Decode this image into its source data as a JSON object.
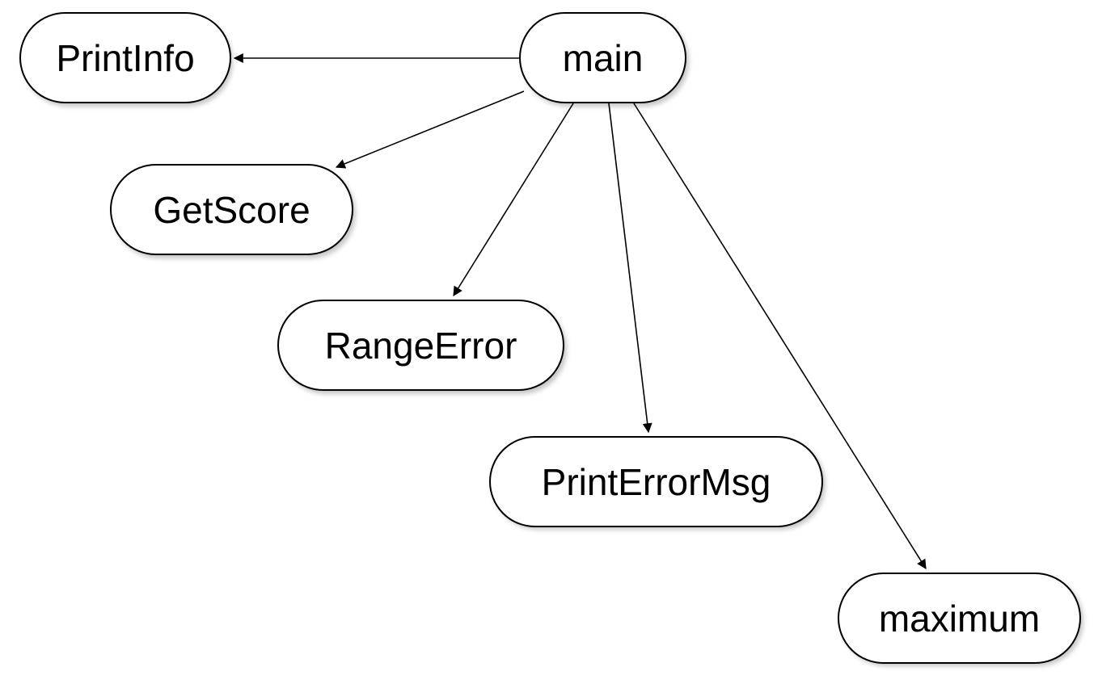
{
  "diagram": {
    "nodes": {
      "main": "main",
      "printinfo": "PrintInfo",
      "getscore": "GetScore",
      "rangeerror": "RangeError",
      "printerrormsg": "PrintErrorMsg",
      "maximum": "maximum"
    },
    "edges": [
      {
        "from": "main",
        "to": "PrintInfo"
      },
      {
        "from": "main",
        "to": "GetScore"
      },
      {
        "from": "main",
        "to": "RangeError"
      },
      {
        "from": "main",
        "to": "PrintErrorMsg"
      },
      {
        "from": "main",
        "to": "maximum"
      }
    ],
    "colors": {
      "stroke": "#000000",
      "fill": "#ffffff",
      "text": "#000000"
    }
  }
}
